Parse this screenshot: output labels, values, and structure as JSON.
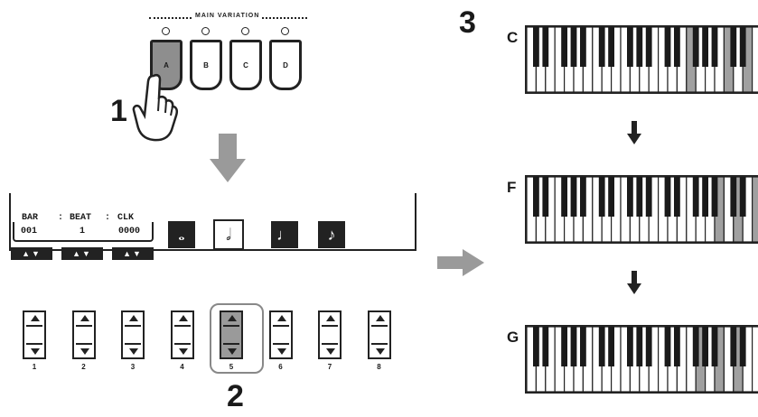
{
  "steps": {
    "step1": "1",
    "step2": "2",
    "step3": "3"
  },
  "main_variation": {
    "title": "MAIN VARIATION",
    "buttons": [
      "A",
      "B",
      "C",
      "D"
    ],
    "active_index": 0
  },
  "display": {
    "bar": {
      "label": "BAR",
      "value": "001"
    },
    "beat": {
      "label": "BEAT",
      "value": "1"
    },
    "clk": {
      "label": "CLK",
      "value": "0000"
    },
    "updown_symbol": "▲▼",
    "notes": [
      "𝅝",
      "𝅗𝅥",
      "♩",
      "♪"
    ],
    "selected_note_index": 1
  },
  "knobs": {
    "labels": [
      "1",
      "2",
      "3",
      "4",
      "5",
      "6",
      "7",
      "8"
    ],
    "selected_index": 4
  },
  "chords": [
    {
      "name": "C",
      "pressed_white": [
        17,
        21,
        23
      ]
    },
    {
      "name": "F",
      "pressed_white": [
        20,
        22,
        24
      ]
    },
    {
      "name": "G",
      "pressed_white": [
        18,
        20,
        22
      ]
    }
  ],
  "colors": {
    "ink": "#1a1a1a",
    "pressed": "#a0a0a0",
    "arrow": "#9a9a9a"
  },
  "icons": {
    "hand": "hand-press-icon",
    "down_arrow": "gray-down-arrow-icon",
    "right_arrow": "gray-right-arrow-icon",
    "small_arrow": "black-down-arrow-icon"
  }
}
